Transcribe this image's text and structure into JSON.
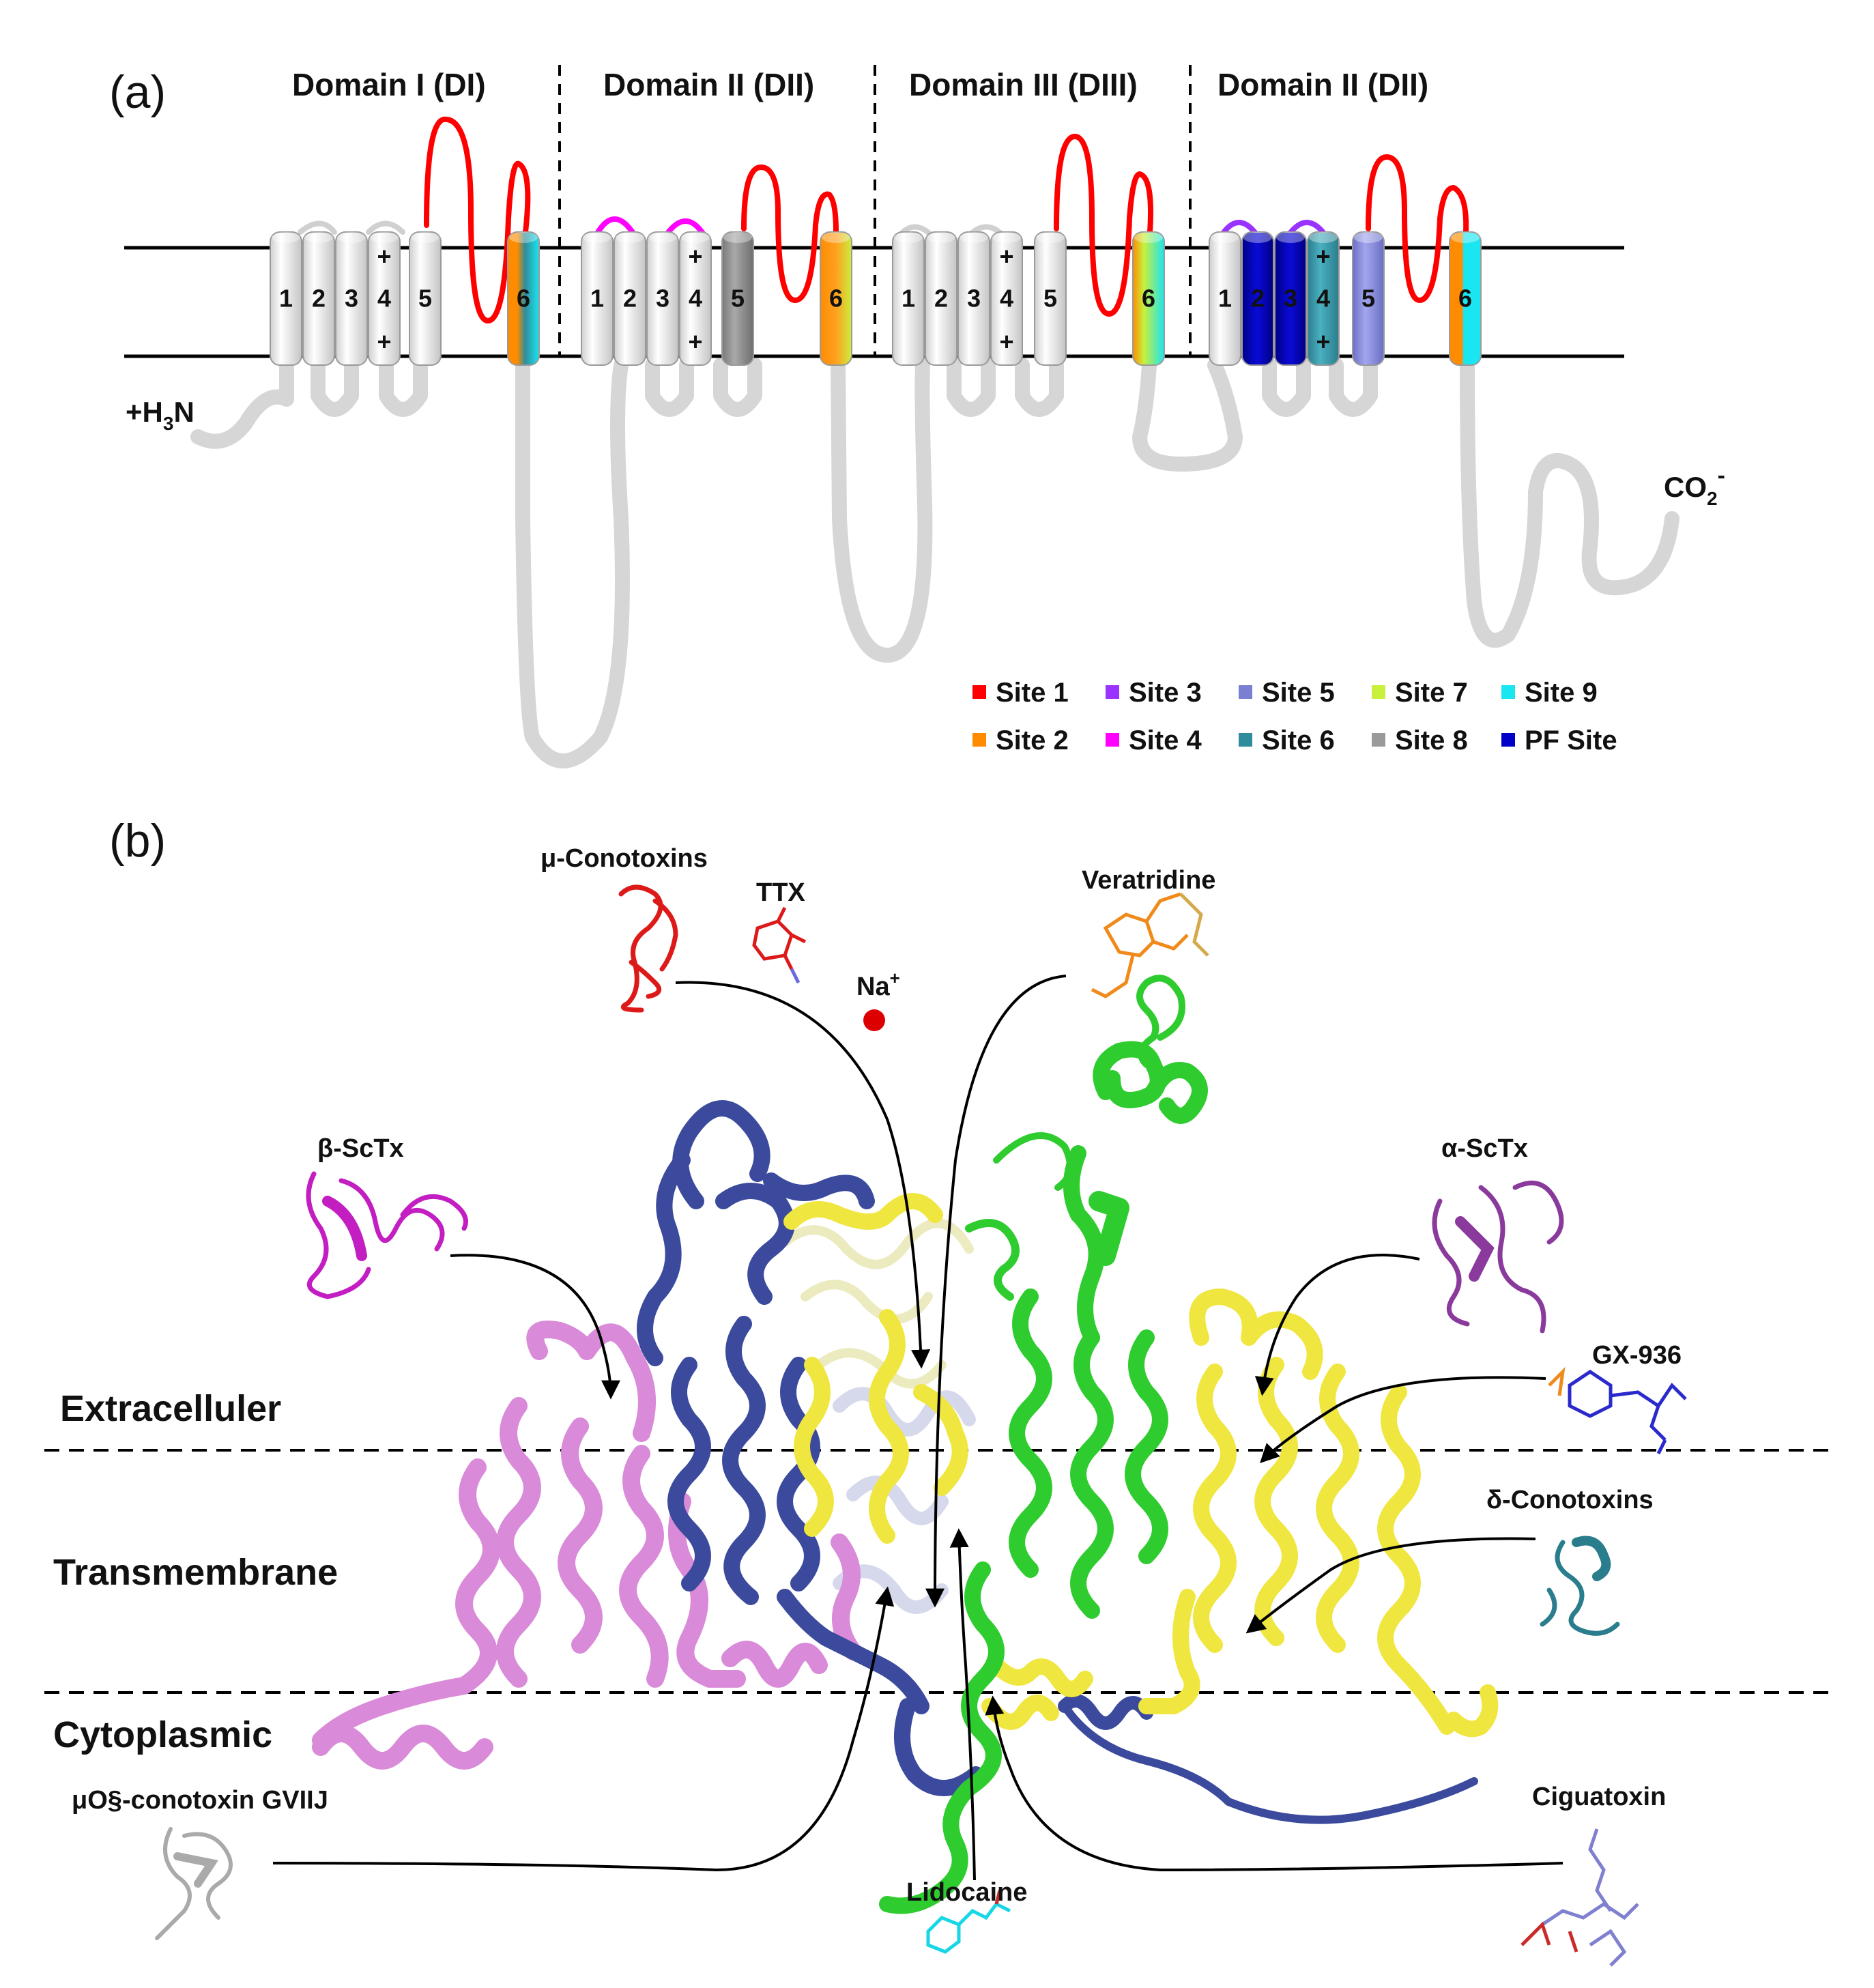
{
  "panel_a": {
    "label": "(a)",
    "domains": [
      "Domain I (DI)",
      "Domain II (DII)",
      "Domain III (DIII)",
      "Domain II (DII)"
    ],
    "n_terminus": {
      "prefix": "+H",
      "sub": "3",
      "suffix": "N"
    },
    "c_terminus": {
      "prefix": "CO",
      "sub": "2",
      "sup": "-"
    },
    "segment_numbers": [
      "1",
      "2",
      "3",
      "4",
      "5",
      "6"
    ],
    "charge": "+",
    "legend": [
      {
        "label": "Site 1",
        "color": "#ff0000"
      },
      {
        "label": "Site 3",
        "color": "#9933ff"
      },
      {
        "label": "Site 5",
        "color": "#7b7fd4"
      },
      {
        "label": "Site 7",
        "color": "#c8f03c"
      },
      {
        "label": "Site 9",
        "color": "#19e6f0"
      },
      {
        "label": "Site 2",
        "color": "#ff8c00"
      },
      {
        "label": "Site 4",
        "color": "#ff00ff"
      },
      {
        "label": "Site 6",
        "color": "#2f8c9c"
      },
      {
        "label": "Site 8",
        "color": "#9a9a9a"
      },
      {
        "label": "PF Site",
        "color": "#0000c8"
      }
    ]
  },
  "panel_b": {
    "label": "(b)",
    "regions": [
      "Extracelluler",
      "Transmembrane",
      "Cytoplasmic"
    ],
    "molecules": {
      "mu_conotoxins": "μ-Conotoxins",
      "ttx": "TTX",
      "na_prefix": "Na",
      "na_sup": "+",
      "veratridine": "Veratridine",
      "beta_sctx": "β-ScTx",
      "alpha_sctx": "α-ScTx",
      "gx936": "GX-936",
      "delta_conotoxins": "δ-Conotoxins",
      "muo_conotoxin": "μO§-conotoxin GVIIJ",
      "ciguatoxin": "Ciguatoxin",
      "lidocaine": "Lidocaine"
    },
    "colors": {
      "dom1": "#d98ad8",
      "dom2": "#3b4a9c",
      "dom3": "#f0e640",
      "dom4": "#2ecc2e",
      "na_ion": "#dd0000"
    }
  }
}
